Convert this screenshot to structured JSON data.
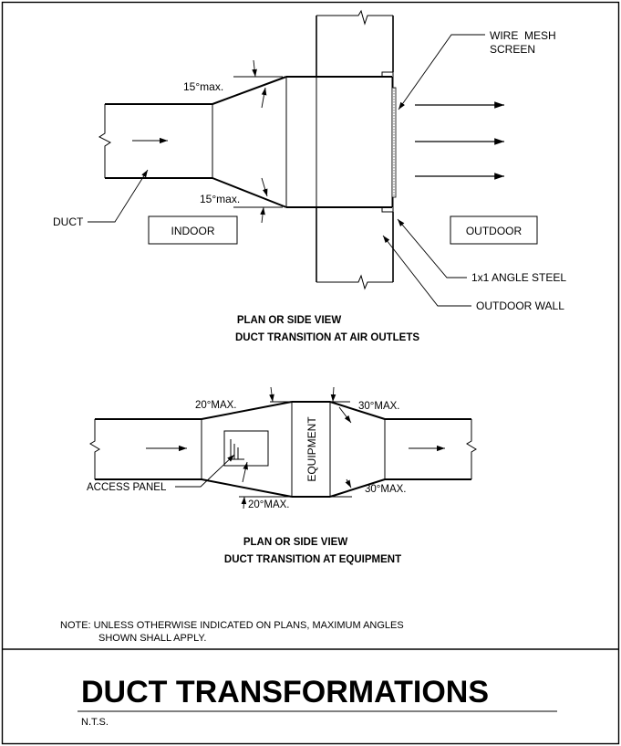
{
  "drawing": {
    "top_view": {
      "labels": {
        "wire_mesh_line1": "WIRE  MESH",
        "wire_mesh_line2": "SCREEN",
        "angle_top": "15°max.",
        "angle_bottom": "15°max.",
        "duct": "DUCT",
        "indoor": "INDOOR",
        "outdoor": "OUTDOOR",
        "angle_steel": "1x1 ANGLE STEEL",
        "outdoor_wall": "OUTDOOR WALL"
      },
      "heading_line1": "PLAN OR SIDE VIEW",
      "heading_line2": "DUCT TRANSITION AT AIR OUTLETS"
    },
    "bottom_view": {
      "labels": {
        "angle_top_left": "20°MAX.",
        "angle_top_right": "30°MAX.",
        "angle_bottom_left": "20°MAX.",
        "angle_bottom_right": "30°MAX.",
        "equipment": "EQUIPMENT",
        "access_panel": "ACCESS PANEL"
      },
      "heading_line1": "PLAN OR SIDE VIEW",
      "heading_line2": "DUCT TRANSITION AT EQUIPMENT"
    },
    "note_line1": "NOTE: UNLESS OTHERWISE INDICATED ON PLANS, MAXIMUM ANGLES",
    "note_line2": "SHOWN SHALL APPLY.",
    "title": "DUCT TRANSFORMATIONS",
    "scale": "N.T.S."
  }
}
